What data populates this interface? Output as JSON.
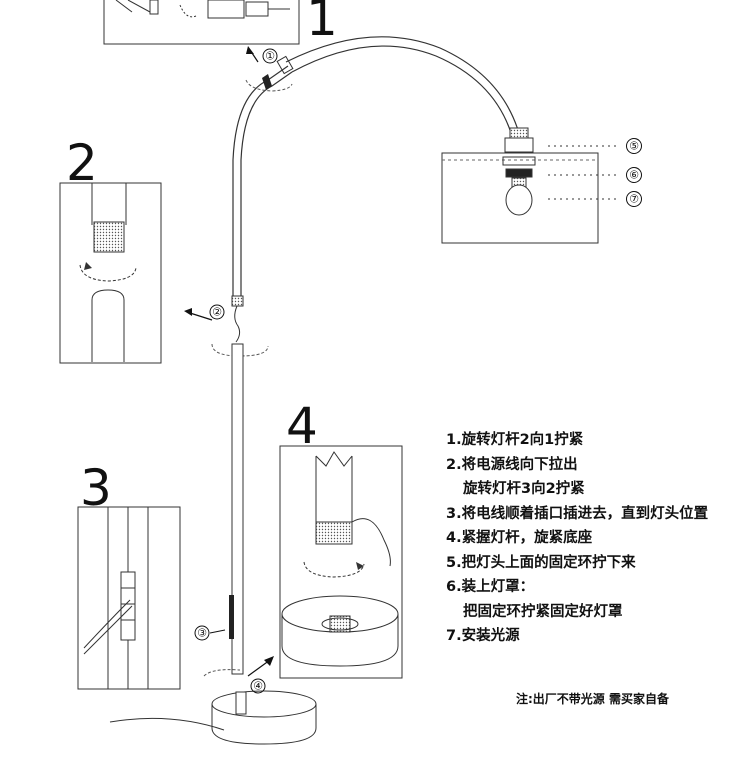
{
  "panel_numbers": {
    "p1": "1",
    "p2": "2",
    "p3": "3",
    "p4": "4"
  },
  "callouts": {
    "c1": "①",
    "c2": "②",
    "c3": "③",
    "c4": "④",
    "c5": "⑤",
    "c6": "⑥",
    "c7": "⑦"
  },
  "instructions": [
    {
      "text": "1.旋转灯杆2向1拧紧"
    },
    {
      "text": "2.将电源线向下拉出"
    },
    {
      "text": "旋转灯杆3向2拧紧"
    },
    {
      "text": "3.将电线顺着插口插进去，直到灯头位置"
    },
    {
      "text": "4.紧握灯杆，旋紧底座"
    },
    {
      "text": "5.把灯头上面的固定环拧下来"
    },
    {
      "text": "6.装上灯罩："
    },
    {
      "text": "把固定环拧紧固定好灯罩"
    },
    {
      "text": "7.安装光源"
    }
  ],
  "note": "注:出厂不带光源 需买家自备",
  "colors": {
    "line": "#333333",
    "text": "#111111",
    "background": "#ffffff"
  }
}
